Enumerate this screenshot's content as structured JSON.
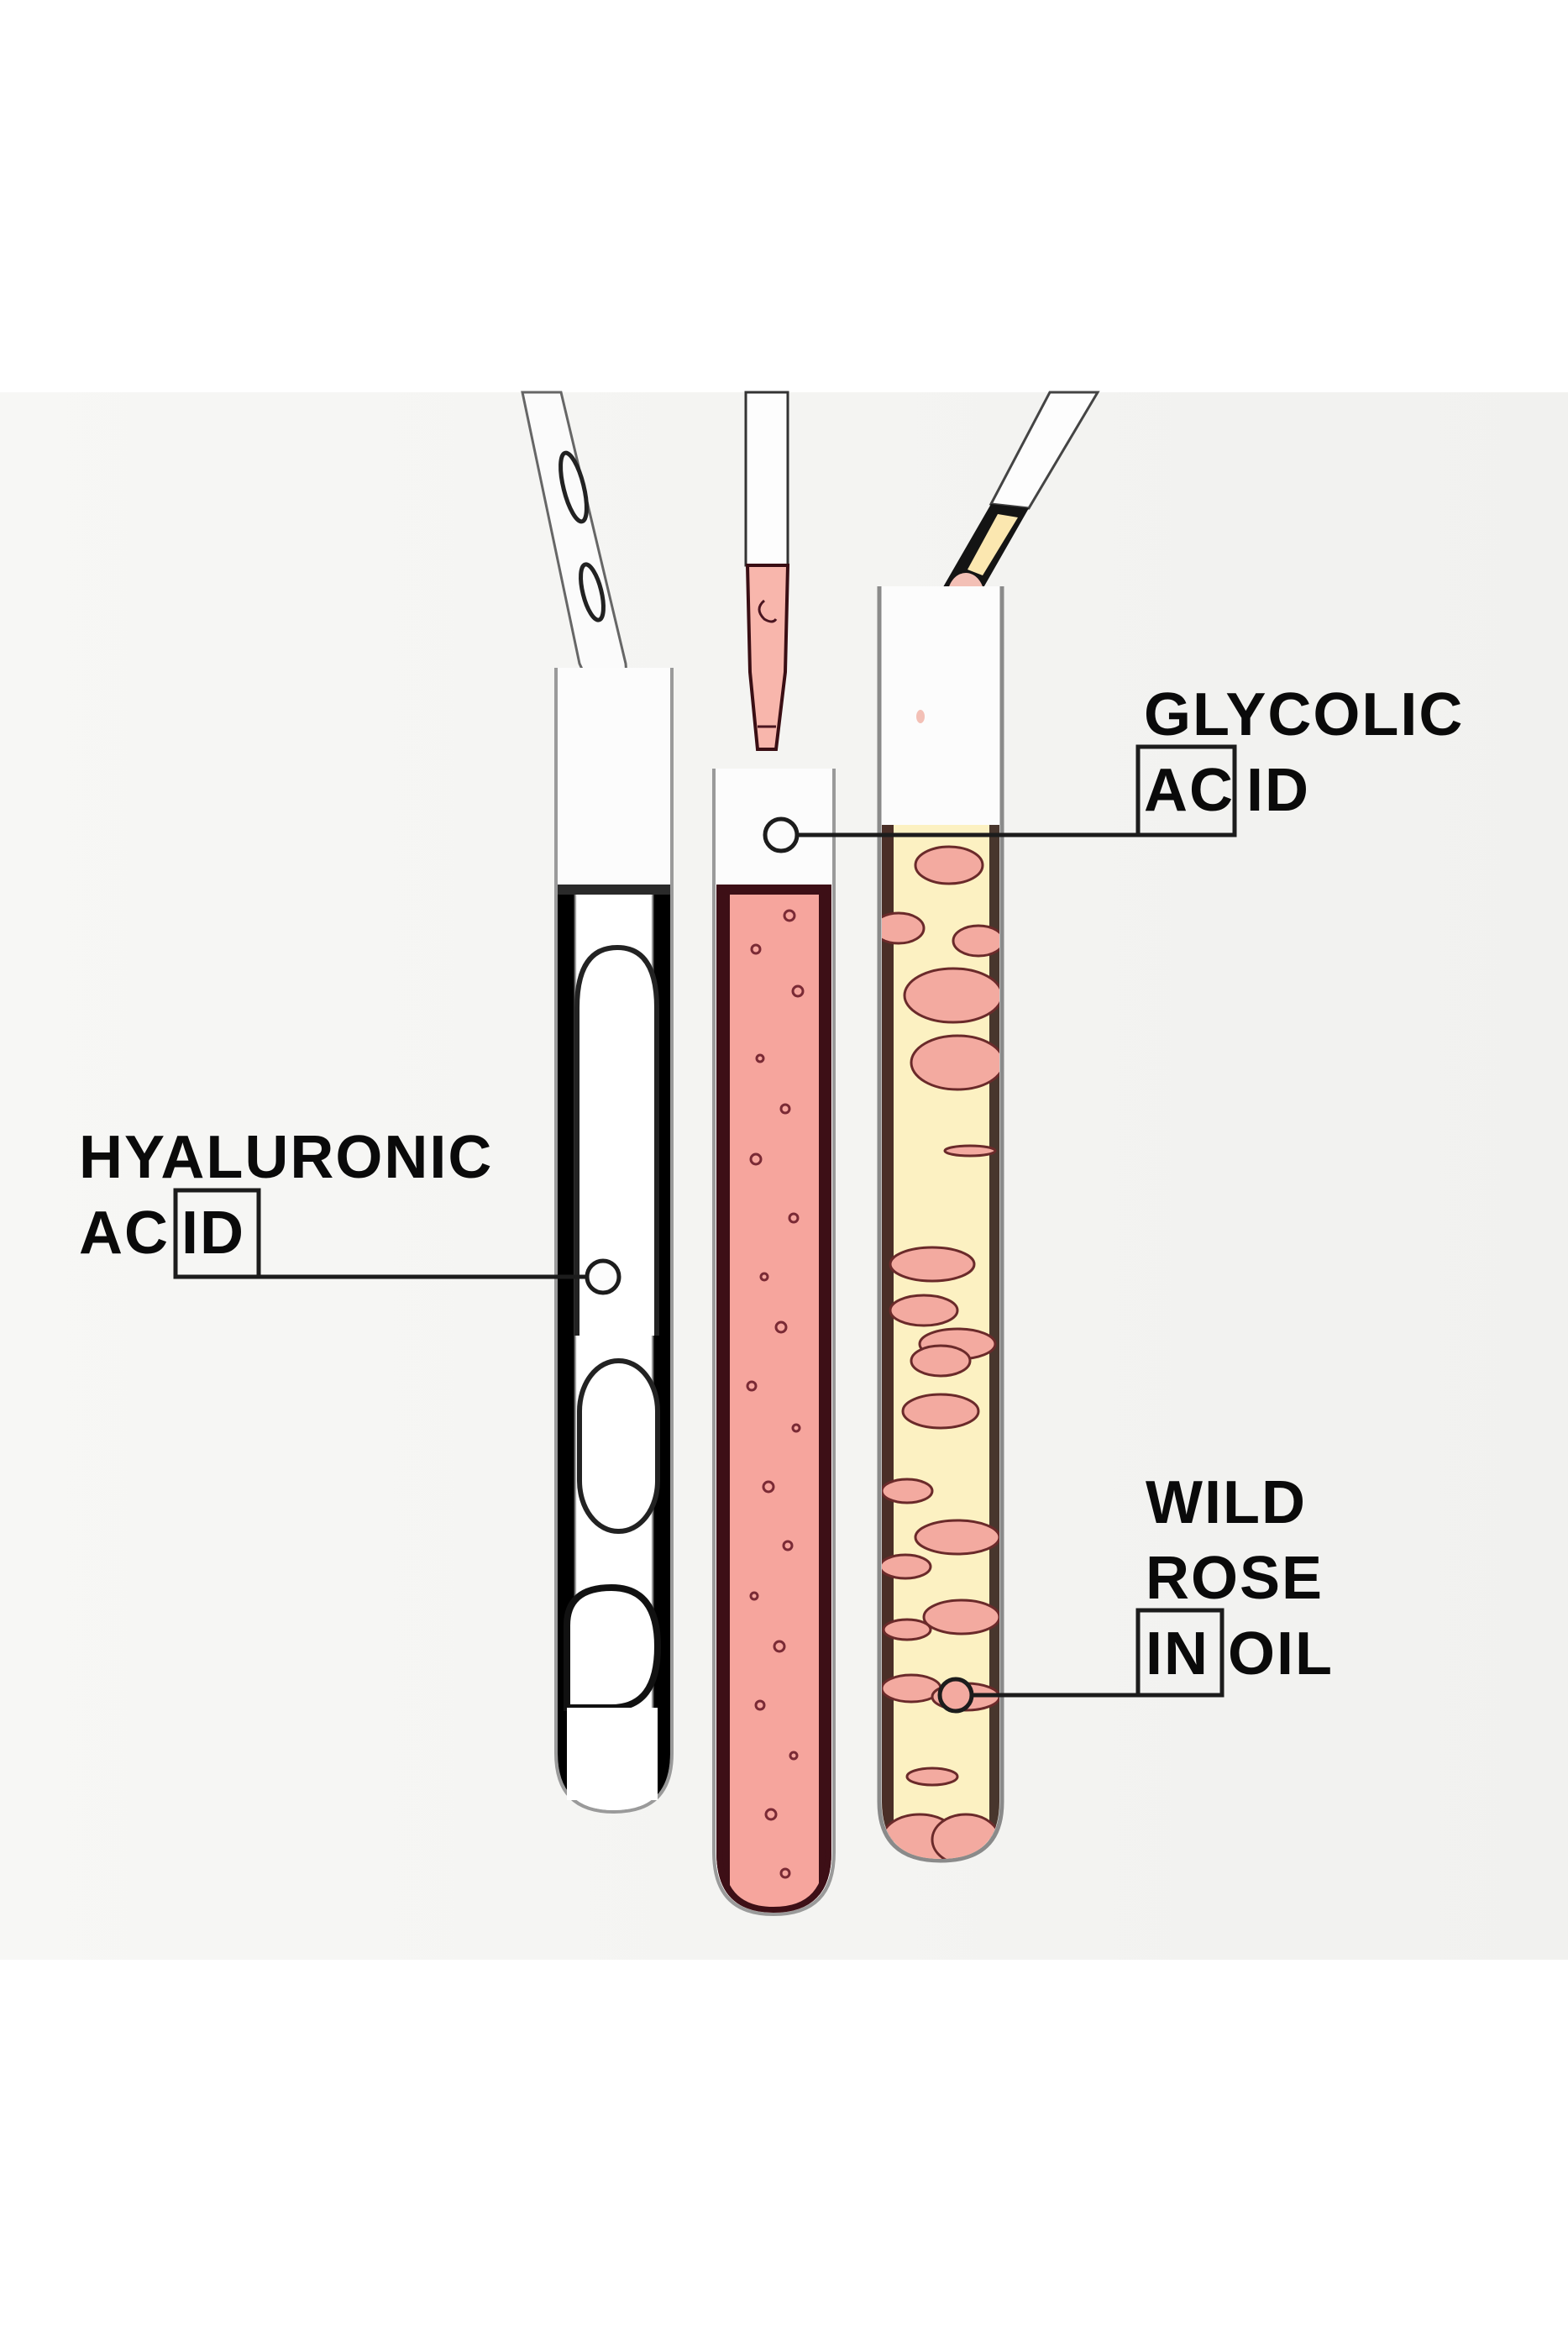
{
  "colors": {
    "background": "#ffffff",
    "panel": "#f4f4f2",
    "text": "#0a0a0a",
    "glass": "#8a8a8a",
    "clear_liquid_wall": "#050505",
    "pink_liquid": "#f6a59d",
    "pink_liquid_edge": "#3d0f16",
    "oil_liquid": "#fcf1c2",
    "oil_bubble": "#f3aaa0",
    "connector": "#1c1c1c"
  },
  "labels": [
    {
      "id": "hyaluronic-acid",
      "lines": [
        "HYALURONIC",
        "AC",
        "ID"
      ],
      "boxed_part": "ID",
      "points_to": "clear-tube"
    },
    {
      "id": "glycolic-acid",
      "lines": [
        "GLYCOLIC",
        "AC",
        "ID"
      ],
      "boxed_part": "AC",
      "points_to": "pink-tube"
    },
    {
      "id": "wild-rose-oil",
      "lines": [
        "WILD",
        "ROSE",
        "IN",
        "OIL"
      ],
      "boxed_part": "IN",
      "points_to": "oil-tube"
    }
  ],
  "tubes": [
    {
      "id": "clear-tube",
      "liquid": "clear gel with large air bubbles"
    },
    {
      "id": "pink-tube",
      "liquid": "pink liquid with small bubbles"
    },
    {
      "id": "oil-tube",
      "liquid": "pale yellow oil with pink droplets"
    }
  ]
}
